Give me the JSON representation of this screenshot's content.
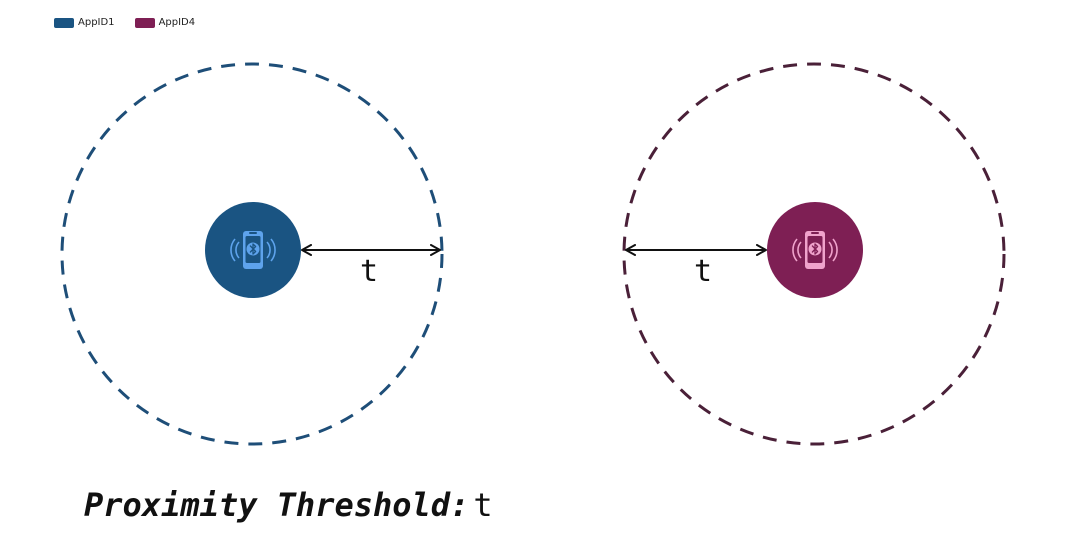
{
  "legend": {
    "items": [
      {
        "label": "AppID1",
        "color": "#1a5482"
      },
      {
        "label": "AppID4",
        "color": "#7e1f54"
      }
    ]
  },
  "devices": [
    {
      "app": "AppID1",
      "color": "#1a5482",
      "ring_color": "#1e4e78",
      "phone_color": "#5ea3ec",
      "phone_dark": "#1a5482",
      "icon": "bluetooth-phone-icon",
      "distance_label": "t"
    },
    {
      "app": "AppID4",
      "color": "#7e1f54",
      "ring_color": "#4a2038",
      "phone_color": "#f0a3cc",
      "phone_dark": "#7e1f54",
      "icon": "bluetooth-phone-icon",
      "distance_label": "t"
    }
  ],
  "caption": {
    "label": "Proximity Threshold:",
    "variable": "t"
  },
  "arrow_color": "#111111"
}
